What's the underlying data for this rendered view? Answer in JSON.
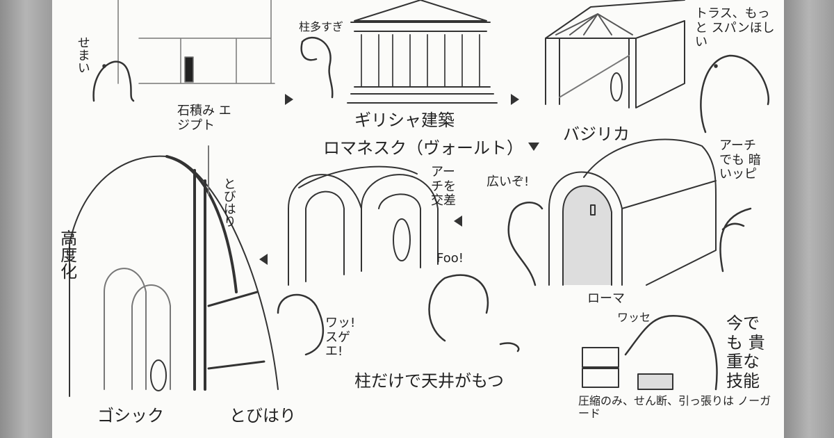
{
  "labels": {
    "egypt_voice": "せまい",
    "egypt_caption": "石積み エジプト",
    "greek_voice": "柱多すぎ",
    "greek_caption": "ギリシャ建築",
    "truss_voice": "トラス、もっと スパンほしい",
    "basilica_caption": "バジリカ",
    "romanesque_caption": "ロマネスク（ヴォールト）",
    "romanesque_note": "アーチを 交差",
    "wide_voice": "広いぞ!",
    "arch_voice": "アーチ でも 暗いッピ",
    "flying_buttress_note": "とびはり",
    "height_note": "高度化",
    "foo_voice": "Foo!",
    "wow_voice": "ワッ! スゲエ!",
    "columns_caption": "柱だけで天井がもつ",
    "rome_caption": "ローマ",
    "lift_voice": "ワッセ",
    "skill_note": "今でも 貴重な 技能",
    "stone_note": "圧縮のみ、せん断、引っ張りは ノーガード",
    "gothic_caption": "ゴシック",
    "gothic_buttress_caption": "とびはり"
  }
}
